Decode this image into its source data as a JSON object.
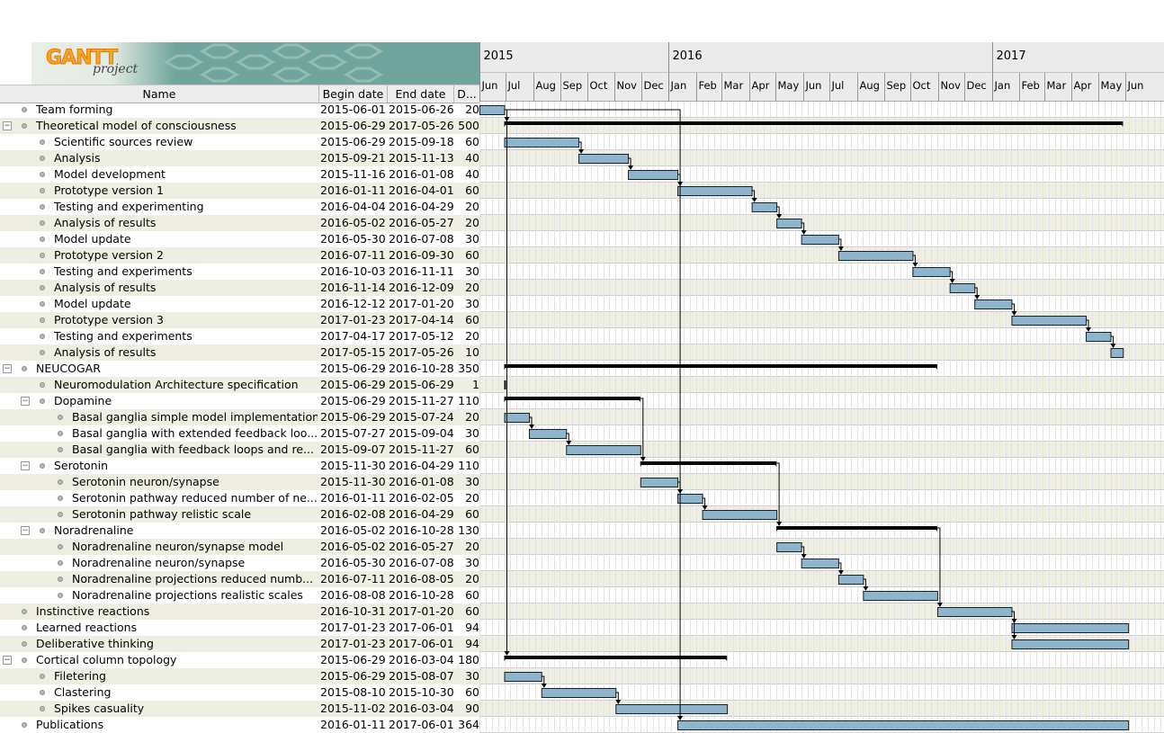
{
  "logo": {
    "word_main": "GANTT",
    "word_sub": "project"
  },
  "columns": {
    "name": "Name",
    "begin": "Begin date",
    "end": "End date",
    "duration": "D..."
  },
  "colors": {
    "task_bar": "#8fb5cc",
    "summary_bar": "#000000",
    "alt_row": "#eeeee2",
    "header_bg": "#ebebeb"
  },
  "timeline": {
    "years": [
      {
        "label": "2015",
        "index": 0
      },
      {
        "label": "2016",
        "index": 7
      },
      {
        "label": "2017",
        "index": 19
      }
    ],
    "months": [
      "Jun",
      "Jul",
      "Aug",
      "Sep",
      "Oct",
      "Nov",
      "Dec",
      "Jan",
      "Feb",
      "Mar",
      "Apr",
      "May",
      "Jun",
      "Jul",
      "Aug",
      "Sep",
      "Oct",
      "Nov",
      "Dec",
      "Jan",
      "Feb",
      "Mar",
      "Apr",
      "May",
      "Jun"
    ]
  },
  "tasks": [
    {
      "name": "Team forming",
      "begin": "2015-06-01",
      "end": "2015-06-26",
      "duration": "20",
      "level": 0,
      "summary": false
    },
    {
      "name": "Theoretical model of consciousness",
      "begin": "2015-06-29",
      "end": "2017-05-26",
      "duration": "500",
      "level": 0,
      "summary": true
    },
    {
      "name": "Scientific sources review",
      "begin": "2015-06-29",
      "end": "2015-09-18",
      "duration": "60",
      "level": 1,
      "summary": false
    },
    {
      "name": "Analysis",
      "begin": "2015-09-21",
      "end": "2015-11-13",
      "duration": "40",
      "level": 1,
      "summary": false
    },
    {
      "name": "Model development",
      "begin": "2015-11-16",
      "end": "2016-01-08",
      "duration": "40",
      "level": 1,
      "summary": false
    },
    {
      "name": "Prototype version 1",
      "begin": "2016-01-11",
      "end": "2016-04-01",
      "duration": "60",
      "level": 1,
      "summary": false
    },
    {
      "name": "Testing and experimenting",
      "begin": "2016-04-04",
      "end": "2016-04-29",
      "duration": "20",
      "level": 1,
      "summary": false
    },
    {
      "name": "Analysis of results",
      "begin": "2016-05-02",
      "end": "2016-05-27",
      "duration": "20",
      "level": 1,
      "summary": false
    },
    {
      "name": "Model update",
      "begin": "2016-05-30",
      "end": "2016-07-08",
      "duration": "30",
      "level": 1,
      "summary": false
    },
    {
      "name": "Prototype version 2",
      "begin": "2016-07-11",
      "end": "2016-09-30",
      "duration": "60",
      "level": 1,
      "summary": false
    },
    {
      "name": "Testing and experiments",
      "begin": "2016-10-03",
      "end": "2016-11-11",
      "duration": "30",
      "level": 1,
      "summary": false
    },
    {
      "name": "Analysis of results",
      "begin": "2016-11-14",
      "end": "2016-12-09",
      "duration": "20",
      "level": 1,
      "summary": false
    },
    {
      "name": "Model update",
      "begin": "2016-12-12",
      "end": "2017-01-20",
      "duration": "30",
      "level": 1,
      "summary": false
    },
    {
      "name": "Prototype version 3",
      "begin": "2017-01-23",
      "end": "2017-04-14",
      "duration": "60",
      "level": 1,
      "summary": false
    },
    {
      "name": "Testing and experiments",
      "begin": "2017-04-17",
      "end": "2017-05-12",
      "duration": "20",
      "level": 1,
      "summary": false
    },
    {
      "name": "Analysis of results",
      "begin": "2017-05-15",
      "end": "2017-05-26",
      "duration": "10",
      "level": 1,
      "summary": false
    },
    {
      "name": "NEUCOGAR",
      "begin": "2015-06-29",
      "end": "2016-10-28",
      "duration": "350",
      "level": 0,
      "summary": true
    },
    {
      "name": "Neuromodulation Architecture specification",
      "begin": "2015-06-29",
      "end": "2015-06-29",
      "duration": "1",
      "level": 1,
      "summary": false
    },
    {
      "name": "Dopamine",
      "begin": "2015-06-29",
      "end": "2015-11-27",
      "duration": "110",
      "level": 1,
      "summary": true
    },
    {
      "name": "Basal ganglia simple model implementation",
      "begin": "2015-06-29",
      "end": "2015-07-24",
      "duration": "20",
      "level": 2,
      "summary": false
    },
    {
      "name": "Basal ganglia with extended feedback loo...",
      "begin": "2015-07-27",
      "end": "2015-09-04",
      "duration": "30",
      "level": 2,
      "summary": false
    },
    {
      "name": "Basal ganglia with feedback loops and re...",
      "begin": "2015-09-07",
      "end": "2015-11-27",
      "duration": "60",
      "level": 2,
      "summary": false
    },
    {
      "name": "Serotonin",
      "begin": "2015-11-30",
      "end": "2016-04-29",
      "duration": "110",
      "level": 1,
      "summary": true
    },
    {
      "name": "Serotonin neuron/synapse",
      "begin": "2015-11-30",
      "end": "2016-01-08",
      "duration": "30",
      "level": 2,
      "summary": false
    },
    {
      "name": "Serotonin pathway reduced number of ne...",
      "begin": "2016-01-11",
      "end": "2016-02-05",
      "duration": "20",
      "level": 2,
      "summary": false
    },
    {
      "name": "Serotonin pathway relistic scale",
      "begin": "2016-02-08",
      "end": "2016-04-29",
      "duration": "60",
      "level": 2,
      "summary": false
    },
    {
      "name": "Noradrenaline",
      "begin": "2016-05-02",
      "end": "2016-10-28",
      "duration": "130",
      "level": 1,
      "summary": true
    },
    {
      "name": "Noradrenaline neuron/synapse model",
      "begin": "2016-05-02",
      "end": "2016-05-27",
      "duration": "20",
      "level": 2,
      "summary": false
    },
    {
      "name": "Noradrenaline neuron/synapse",
      "begin": "2016-05-30",
      "end": "2016-07-08",
      "duration": "30",
      "level": 2,
      "summary": false
    },
    {
      "name": "Noradrenaline projections reduced numb...",
      "begin": "2016-07-11",
      "end": "2016-08-05",
      "duration": "20",
      "level": 2,
      "summary": false
    },
    {
      "name": "Noradrenaline projections realistic scales",
      "begin": "2016-08-08",
      "end": "2016-10-28",
      "duration": "60",
      "level": 2,
      "summary": false
    },
    {
      "name": "Instinctive reactions",
      "begin": "2016-10-31",
      "end": "2017-01-20",
      "duration": "60",
      "level": 0,
      "summary": false
    },
    {
      "name": "Learned reactions",
      "begin": "2017-01-23",
      "end": "2017-06-01",
      "duration": "94",
      "level": 0,
      "summary": false
    },
    {
      "name": "Deliberative thinking",
      "begin": "2017-01-23",
      "end": "2017-06-01",
      "duration": "94",
      "level": 0,
      "summary": false
    },
    {
      "name": "Cortical column topology",
      "begin": "2015-06-29",
      "end": "2016-03-04",
      "duration": "180",
      "level": 0,
      "summary": true
    },
    {
      "name": "Filetering",
      "begin": "2015-06-29",
      "end": "2015-08-07",
      "duration": "30",
      "level": 1,
      "summary": false
    },
    {
      "name": "Clastering",
      "begin": "2015-08-10",
      "end": "2015-10-30",
      "duration": "60",
      "level": 1,
      "summary": false
    },
    {
      "name": "Spikes casuality",
      "begin": "2015-11-02",
      "end": "2016-03-04",
      "duration": "90",
      "level": 1,
      "summary": false
    },
    {
      "name": "Publications",
      "begin": "2016-01-11",
      "end": "2017-06-01",
      "duration": "364",
      "level": 0,
      "summary": false
    }
  ]
}
